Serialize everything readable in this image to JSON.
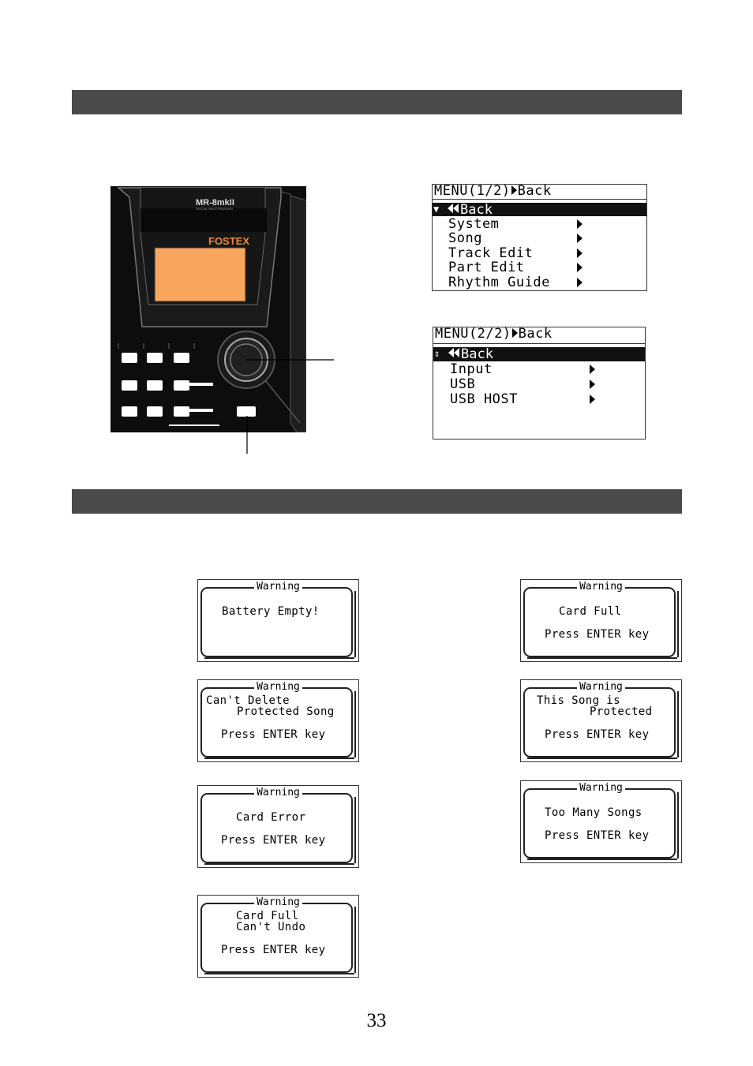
{
  "device": {
    "model_logo": "MR-8mkII",
    "model_sub": "DIGITAL MULTITRACKER",
    "brand_logo": "FOSTEX"
  },
  "menu1": {
    "title": "MENU(1/2)",
    "title_back": "Back",
    "selected": "Back",
    "items": [
      "System",
      "Song",
      "Track Edit",
      "Part Edit",
      "Rhythm Guide"
    ]
  },
  "menu2": {
    "title": "MENU(2/2)",
    "title_back": "Back",
    "selected": "Back",
    "items": [
      "Input",
      "USB",
      "USB HOST"
    ]
  },
  "warnings": [
    {
      "title": "Warning",
      "lines": [
        "Battery Empty!"
      ]
    },
    {
      "title": "Warning",
      "lines": [
        "Card Full",
        "Press ENTER key"
      ]
    },
    {
      "title": "Warning",
      "lines": [
        "Can't Delete",
        "Protected Song",
        "Press ENTER key"
      ]
    },
    {
      "title": "Warning",
      "lines": [
        "This Song is",
        "Protected",
        "Press ENTER key"
      ]
    },
    {
      "title": "Warning",
      "lines": [
        "Card Error",
        "Press ENTER key"
      ]
    },
    {
      "title": "Warning",
      "lines": [
        "Too Many Songs",
        "Press ENTER key"
      ]
    },
    {
      "title": "Warning",
      "lines": [
        "Card Full",
        "Can't Undo",
        "Press ENTER key"
      ]
    }
  ],
  "page_number": "33"
}
